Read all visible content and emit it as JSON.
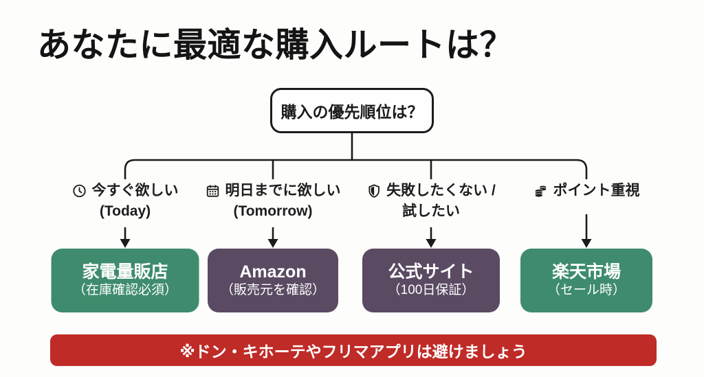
{
  "title": "あなたに最適な購入ルートは？",
  "root_question": "購入の優先順位は？",
  "branches": [
    {
      "icon": "clock-icon",
      "condition_line1": "今すぐ欲しい",
      "condition_line2": "(Today)",
      "result_title": "家電量販店",
      "result_subtitle": "（在庫確認必須）",
      "box_color": "#3e8c6d"
    },
    {
      "icon": "calendar-icon",
      "condition_line1": "明日までに欲しい",
      "condition_line2": "(Tomorrow)",
      "result_title": "Amazon",
      "result_subtitle": "（販売元を確認）",
      "box_color": "#5a4a62"
    },
    {
      "icon": "shield-icon",
      "condition_line1": "失敗したくない /",
      "condition_line2": "試したい",
      "result_title": "公式サイト",
      "result_subtitle": "（100日保証）",
      "box_color": "#5a4a62"
    },
    {
      "icon": "coins-icon",
      "condition_line1": "ポイント重視",
      "condition_line2": "",
      "result_title": "楽天市場",
      "result_subtitle": "（セール時）",
      "box_color": "#3e8c6d"
    }
  ],
  "warning_banner": "※ドン・キホーテやフリマアプリは避けましょう",
  "colors": {
    "green_box": "#3e8c6d",
    "purple_box": "#5a4a62",
    "warning_red": "#bf2b27",
    "line": "#1b1b1b",
    "background": "#fdfdfb",
    "text": "#141414"
  }
}
